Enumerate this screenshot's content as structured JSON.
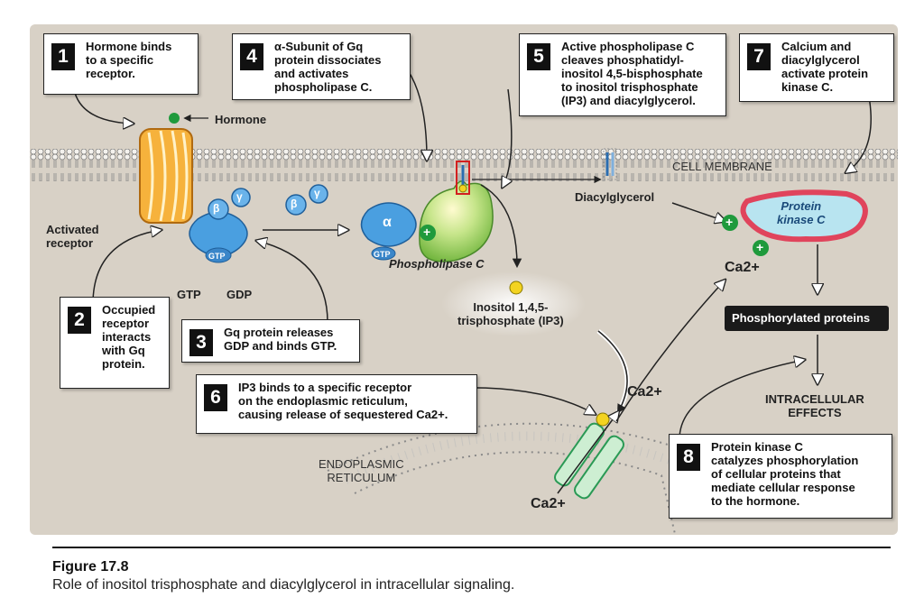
{
  "steps": [
    {
      "num": "1",
      "text": "Hormone binds\nto a specific\nreceptor."
    },
    {
      "num": "2",
      "text": "Occupied\nreceptor\ninteracts\nwith Gq\nprotein."
    },
    {
      "num": "3",
      "text": "Gq protein releases\nGDP and binds GTP."
    },
    {
      "num": "4",
      "text": "α-Subunit of Gq\nprotein dissociates\nand activates\nphospholipase C."
    },
    {
      "num": "5",
      "text": "Active phospholipase C\ncleaves phosphatidyl-\ninositol 4,5-bisphosphate\nto inositol trisphosphate\n(IP3) and diacylglycerol."
    },
    {
      "num": "6",
      "text": "IP3 binds to a specific receptor\non the endoplasmic reticulum,\ncausing release of sequestered Ca2+."
    },
    {
      "num": "7",
      "text": "Calcium and\ndiacylglycerol\nactivate protein\nkinase C."
    },
    {
      "num": "8",
      "text": "Protein kinase C\ncatalyzes phosphorylation\nof cellular proteins that\nmediate cellular response\nto the hormone."
    }
  ],
  "labels": {
    "hormone": "Hormone",
    "activated_receptor": "Activated\nreceptor",
    "beta": "β",
    "gamma": "γ",
    "alpha": "α",
    "gtp": "GTP",
    "gtp_small": "GTP",
    "gdp": "GDP",
    "phospholipase_c": "Phospholipase C",
    "cell_membrane": "CELL MEMBRANE",
    "diacylglycerol": "Diacylglycerol",
    "protein_kinase_c": "Protein\nkinase C",
    "ca_1": "Ca2+",
    "ca_2": "Ca2+",
    "ca_3": "Ca2+",
    "ip3": "Inositol 1,4,5-\ntrisphosphate (IP3)",
    "phosphorylated_proteins": "Phosphorylated proteins",
    "intracellular_effects": "INTRACELLULAR\nEFFECTS",
    "er": "ENDOPLASMIC\nRETICULUM",
    "plus": "+"
  },
  "caption": {
    "title": "Figure 17.8",
    "text": "Role of inositol trisphosphate and diacylglycerol in intracellular signaling."
  },
  "colors": {
    "panel_bg": "#d8d1c6",
    "receptor_orange": "#f2a328",
    "g_protein_blue": "#4a9fe0",
    "plc_green": "#7cc242",
    "pkc_red": "#e0445c",
    "plus_green": "#1f9a3c",
    "ip3_yellow": "#f3d320"
  }
}
